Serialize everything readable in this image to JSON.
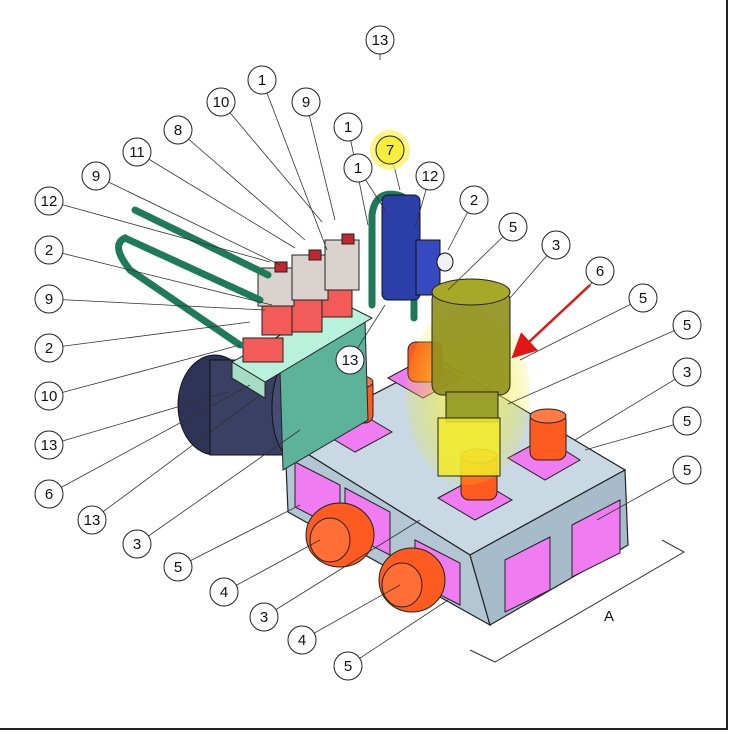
{
  "callouts": [
    "1",
    "1",
    "1",
    "2",
    "2",
    "2",
    "3",
    "3",
    "3",
    "3",
    "4",
    "4",
    "5",
    "5",
    "5",
    "5",
    "5",
    "5",
    "5",
    "6",
    "6",
    "7",
    "8",
    "9",
    "9",
    "9",
    "10",
    "10",
    "11",
    "12",
    "12",
    "13",
    "13",
    "13",
    "13"
  ],
  "view_label": "A",
  "colors": {
    "body": "#b7c9d6",
    "port": "#ff5a1f",
    "flange": "#ef7cf0",
    "highlight": "#e8e61a",
    "arrow": "#e11515",
    "hose": "#1e7a5a",
    "motor": "#3a3f64",
    "solenoid": "#d9d2cf",
    "valve_block": "#f25b57",
    "manifold_small": "#b9f2dc",
    "plate": "#5db39a",
    "blue_part": "#2c3ea8"
  },
  "icons": [
    "balloon-callout",
    "leader-line",
    "section-view-marker"
  ]
}
